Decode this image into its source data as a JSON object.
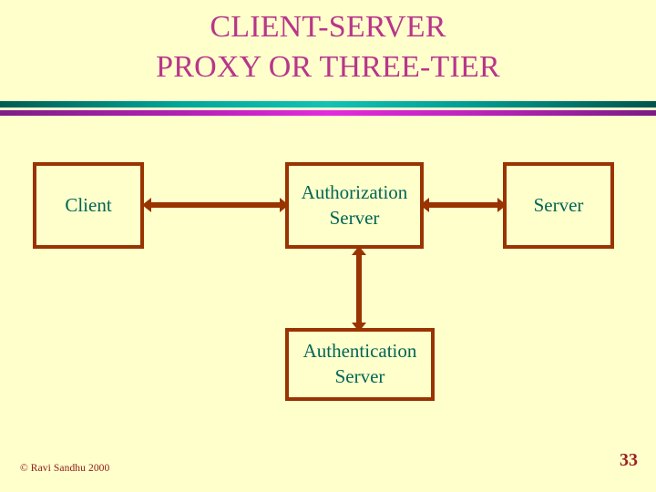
{
  "slide": {
    "title_lines": [
      "CLIENT-SERVER",
      "PROXY OR THREE-TIER"
    ],
    "title_color": "#b8368a",
    "background_color": "#ffffcc"
  },
  "dividers": {
    "teal_gradient": "#005c54 → #12c2b5 → #00544d",
    "magenta_gradient": "#7d1f86 → #e32ae0 → #7a1c84"
  },
  "diagram": {
    "box_border_color": "#993300",
    "box_text_color": "#006655",
    "arrow_color": "#993300",
    "nodes": [
      {
        "id": "client",
        "label": "Client"
      },
      {
        "id": "authorization",
        "label": "Authorization\nServer"
      },
      {
        "id": "server",
        "label": "Server"
      },
      {
        "id": "authentication",
        "label": "Authentication\nServer"
      }
    ],
    "connections": [
      {
        "from": "client",
        "to": "authorization",
        "style": "double-headed",
        "orientation": "horizontal"
      },
      {
        "from": "authorization",
        "to": "server",
        "style": "double-headed",
        "orientation": "horizontal"
      },
      {
        "from": "authorization",
        "to": "authentication",
        "style": "double-headed",
        "orientation": "vertical"
      }
    ]
  },
  "footer": {
    "copyright": "© Ravi Sandhu 2000",
    "page_number": "33",
    "text_color": "#9b1f1f"
  }
}
